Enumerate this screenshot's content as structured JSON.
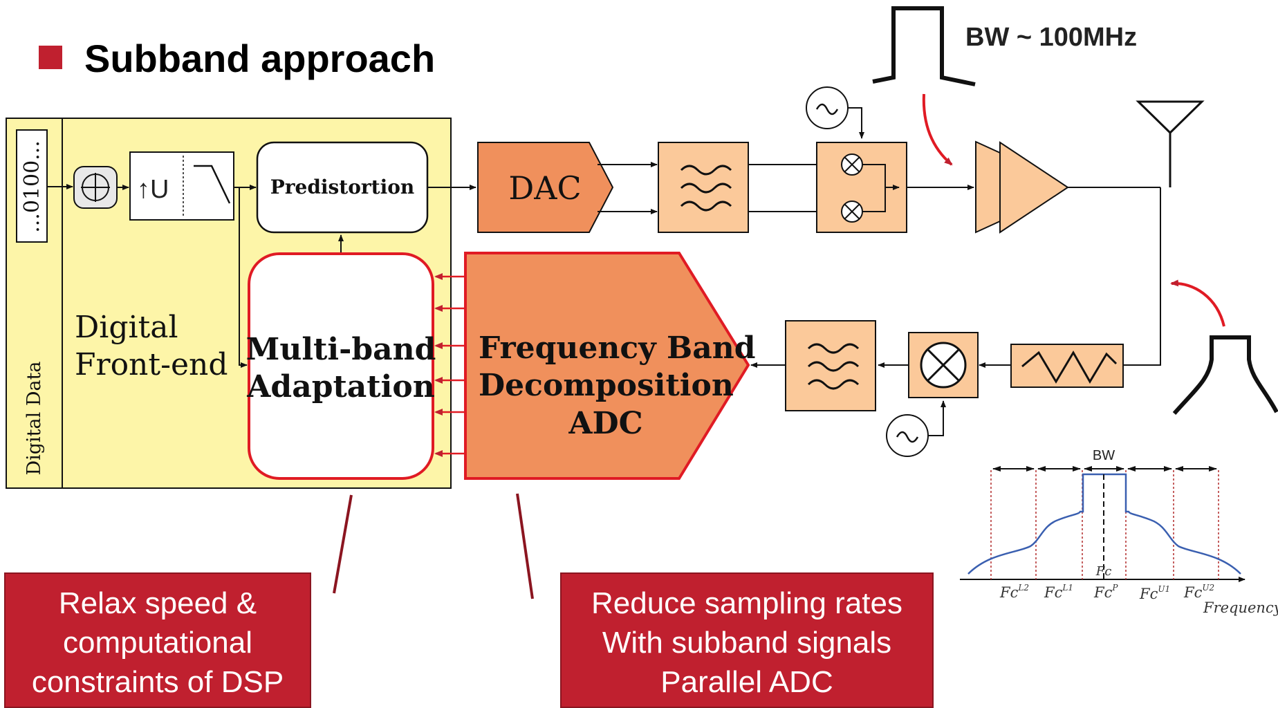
{
  "title": "Subband approach",
  "bw_label": "BW ~ 100MHz",
  "digital_data": {
    "bits": "...0100...",
    "label": "Digital Data"
  },
  "dfe": {
    "line1": "Digital",
    "line2": "Front-end"
  },
  "upsample_label": "↑U",
  "predistortion": "Predistortion",
  "dac": "DAC",
  "multiband": {
    "line1": "Multi-band",
    "line2": "Adaptation"
  },
  "fbd": {
    "line1": "Frequency Band",
    "line2": "Decomposition",
    "line3": "ADC"
  },
  "callout_left": {
    "line1": "Relax speed &",
    "line2": "computational",
    "line3": "constraints of DSP"
  },
  "callout_right": {
    "line1": "Reduce sampling rates",
    "line2": "With subband signals",
    "line3": "Parallel ADC"
  },
  "spectrum": {
    "bw": "BW",
    "fc_center": "Fc",
    "axis_label": "Frequency",
    "ticks": [
      {
        "base": "Fc",
        "sup": "L2"
      },
      {
        "base": "Fc",
        "sup": "L1"
      },
      {
        "base": "Fc",
        "sup": "P"
      },
      {
        "base": "Fc",
        "sup": "U1"
      },
      {
        "base": "Fc",
        "sup": "U2"
      }
    ]
  },
  "colors": {
    "accent_red": "#c0202f",
    "dfe_yellow": "#fdf5a8",
    "dac_orange": "#f0905c",
    "block_orange": "#fbc99a",
    "spectrum_blue": "#3a5fb0"
  }
}
